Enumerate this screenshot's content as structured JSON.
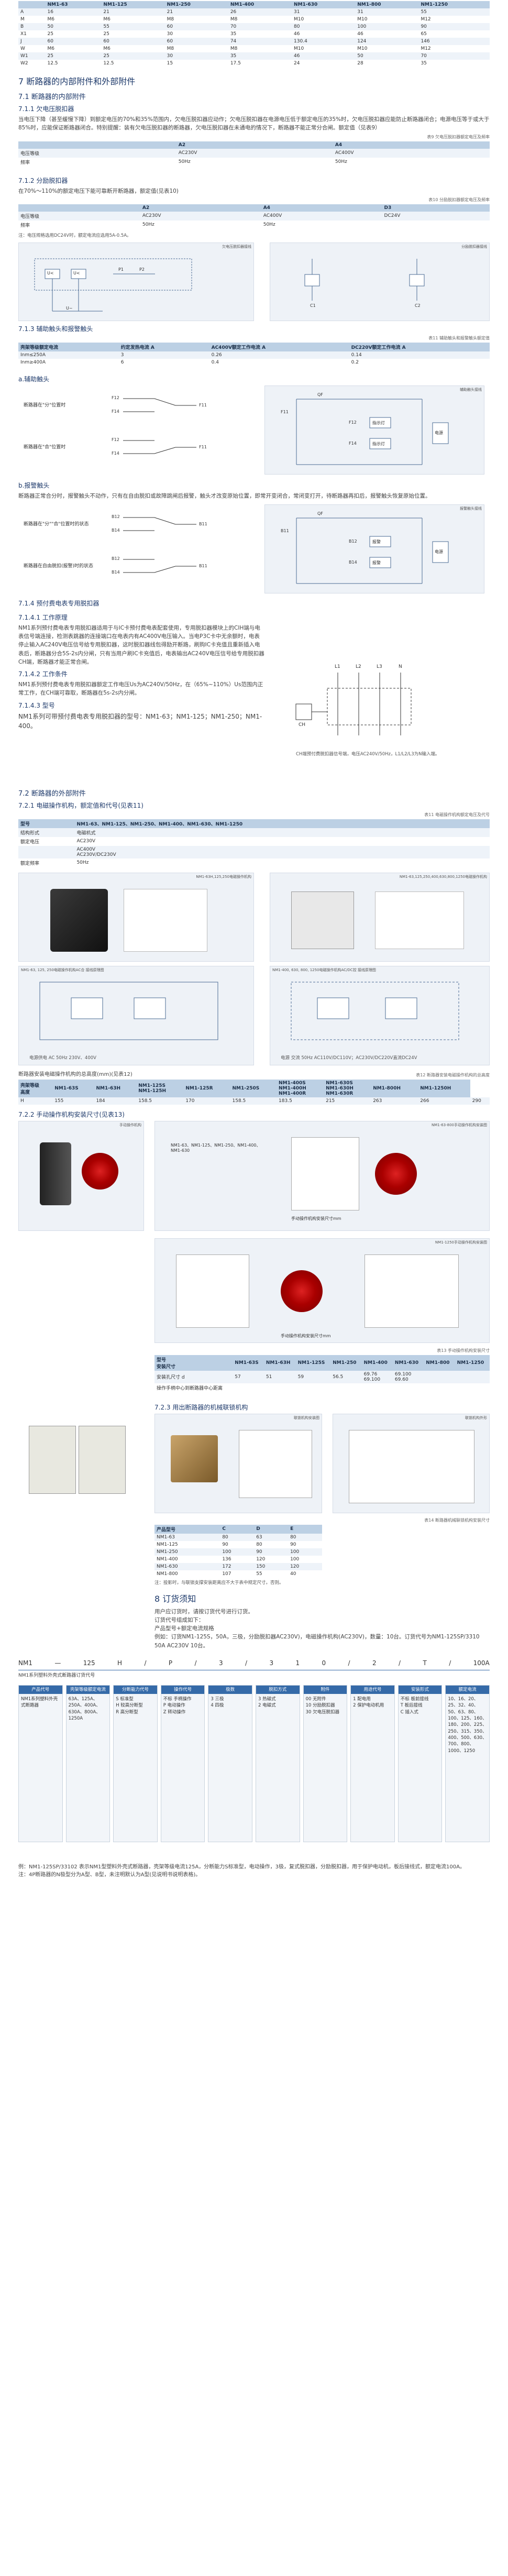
{
  "top_table": {
    "header": [
      "",
      "NM1-63",
      "NM1-125",
      "NM1-250",
      "NM1-400",
      "NM1-630",
      "NM1-800",
      "NM1-1250"
    ],
    "rows": [
      [
        "A",
        "16",
        "21",
        "21",
        "26",
        "31",
        "31",
        "55"
      ],
      [
        "M",
        "M6",
        "M6",
        "M8",
        "M8",
        "M10",
        "M10",
        "M12"
      ],
      [
        "B",
        "50",
        "55",
        "60",
        "70",
        "80",
        "100",
        "90"
      ],
      [
        "X1",
        "25",
        "25",
        "30",
        "35",
        "46",
        "46",
        "65"
      ],
      [
        "J",
        "60",
        "60",
        "60",
        "74",
        "130.4",
        "124",
        "146"
      ],
      [
        "W",
        "M6",
        "M6",
        "M8",
        "M8",
        "M10",
        "M10",
        "M12"
      ],
      [
        "W1",
        "25",
        "25",
        "30",
        "35",
        "46",
        "50",
        "70"
      ],
      [
        "W2",
        "12.5",
        "12.5",
        "15",
        "17.5",
        "24",
        "28",
        "35"
      ]
    ]
  },
  "section7_title": "7 断路器的内部附件和外部附件",
  "s71_title": "7.1 断路器的内部附件",
  "s711_title": "7.1.1 欠电压脱扣器",
  "s711_text": "当电压下降（甚至缓慢下降）到额定电压的70%和35%范围内，欠电压脱扣器应动作；欠电压脱扣器在电源电压低于额定电压的35%时，欠电压脱扣器应能防止断路器闭合；电源电压等于或大于85%时，应能保证断路器闭合。特别提醒：装有欠电压脱扣器的断路器，欠电压脱扣器在未通电的情况下，断路器不能正常分合闸。额定值（见表9）",
  "t9_caption": "表9 欠电压脱扣器额定电压及频率",
  "t9": {
    "header": [
      "",
      "A2",
      "A4"
    ],
    "rows": [
      [
        "电压等级",
        "AC230V",
        "AC400V"
      ],
      [
        "频率",
        "50Hz",
        "50Hz"
      ]
    ]
  },
  "s712_title": "7.1.2 分励脱扣器",
  "s712_text": "在70%～110%的额定电压下能可靠断开断路器，额定值(见表10)",
  "t10_caption": "表10 分励脱扣器额定电压及频率",
  "t10": {
    "header": [
      "",
      "A2",
      "A4",
      "D3"
    ],
    "rows": [
      [
        "电压等级",
        "AC230V",
        "AC400V",
        "DC24V"
      ],
      [
        "频率",
        "50Hz",
        "50Hz",
        ""
      ]
    ]
  },
  "t10_note": "注：电压规格选用DC24V时，额定电流应选用5A-0.5A。",
  "diag1": {
    "title": "欠电压脱扣器接线",
    "labels": [
      "U<",
      "U<",
      "P1",
      "P2",
      "U~"
    ]
  },
  "diag2": {
    "title": "分励脱扣器接线",
    "labels": [
      "C1",
      "C2"
    ]
  },
  "s713_title": "7.1.3 辅助触头和报警触头",
  "t11_caption": "表11 辅助触头和报警触头额定值",
  "t11": {
    "header": [
      "壳架等级额定电流",
      "约定发热电流 A",
      "AC400V额定工作电流 A",
      "DC220V额定工作电流 A"
    ],
    "rows": [
      [
        "Inm≤250A",
        "3",
        "0.26",
        "0.14"
      ],
      [
        "Inm≥400A",
        "6",
        "0.4",
        "0.2"
      ]
    ]
  },
  "aux_title": "a.辅助触头",
  "aux_off": "断路器在\"分\"位置时",
  "aux_on": "断路器在\"合\"位置时",
  "aux_labels": {
    "f12": "F12",
    "f14": "F14",
    "f11": "F11",
    "f12b": "F12",
    "f14b": "F14",
    "f11b": "F11"
  },
  "diag3_title": "辅助触头接线",
  "diag3_labels": [
    "F11",
    "QF",
    "F12",
    "F14",
    "电源",
    "指示灯",
    "指示灯"
  ],
  "alarm_title": "b.报警触头",
  "alarm_text": "断路器正常合分时，报警触头不动作，只有在自由脱扣或故障跳闸后报警，触头才改变原始位置，即常开变闭合，常闭变打开，待断路器再扣后，报警触头恢复原始位置。",
  "alarm_off": "断路器在\"分\"\"合\"位置时的状态",
  "alarm_trip": "断路器在自由脱扣(报警)时的状态",
  "alarm_labels": {
    "b12": "B12",
    "b14": "B14",
    "b11": "B11",
    "b12b": "B12",
    "b14b": "B14",
    "b11b": "B11"
  },
  "diag4_title": "报警触头接线",
  "diag4_labels": [
    "B11",
    "QF",
    "B12",
    "B14",
    "电源",
    "报警",
    "报警"
  ],
  "s714_title": "7.1.4 预付费电表专用脱扣器",
  "s7141_title": "7.1.4.1 工作原理",
  "s7141_text": "NM1系列预付费电表专用脱扣器适用于与IC卡预付费电表配套使用，专用脱扣器模块上的CIH端与电表信号端连接，检测表跳器的连接端口在电表内有AC400V电压输入。当电P3C卡中无余额时，电表停止输入AC240V电压信号给专用脱扣器，这时脱扣器线包得励开断路，刷购IC卡充值且重新插入电表后，断路器分合5S-2s内分闸，只有当用户刷IC卡充值后，电表输出AC240V电压信号给专用脱扣器CH端，断路器才能正常合闸。",
  "s7142_title": "7.1.4.2 工作条件",
  "s7142_text": "NM1系列预付费电表专用脱扣器额定工作电压Us为AC240V/50Hz，在（65%~110%）Us范围内正常工作，在CH端可靠取，断路器在5s-2s内分闸。",
  "s7143_title": "7.1.4.3 型号",
  "s7143_text": "NM1系列可带预付费电表专用脱扣器的型号：NM1-63；NM1-125；NM1-250；NM1-400。",
  "diag5_labels": [
    "L1",
    "L2",
    "L3",
    "N",
    "CH"
  ],
  "diag5_note": "CH端预付费脱扣器信号端，电压AC240V/50Hz，L1/L2/L3为N输入端。",
  "s72_title": "7.2 断路器的外部附件",
  "s721_title": "7.2.1 电磁操作机构，额定值和代号(见表11)",
  "t12_caption": "表11 电磁操作机构额定电压及代号",
  "t12": {
    "header": [
      "型号",
      "NM1-63、NM1-125、NM1-250、NM1-400、NM1-630、NM1-1250"
    ],
    "rows": [
      [
        "结构形式",
        "电磁机式"
      ],
      [
        "额定电压",
        "AC230V"
      ],
      [
        "",
        "AC400V\nAC230V/DC230V"
      ],
      [
        "额定频率",
        "50Hz"
      ]
    ]
  },
  "photo1_title": "NM1-63H,125,250电磁操作机构",
  "photo2_title": "NM1-63,125,250,400,630,800,1250电磁操作机构",
  "diag6_title": "NM1-63, 125, 250电磁操作机构AC合 接线原理图",
  "diag7_title": "NM1-400, 630, 800, 1250电磁操作机构AC/DC控 接线原理图",
  "diag6_note": "电源供电 AC 50Hz 230V、400V",
  "diag7_note": "电源 交流 50Hz AC110V/DC110V；AC230V/DC220V直流DC24V",
  "t13_caption_left": "断路器安装电磁操作机构的总高度(mm)(见表12)",
  "t13_caption_right": "表12 断路器安装电磁操作机构的总高度",
  "t13": {
    "header": [
      "壳架等级\n高度",
      "NM1-63S",
      "NM1-63H",
      "NM1-125S\nNM1-125H",
      "NM1-125R",
      "NM1-250S",
      "NM1-400S\nNM1-400H\nNM1-400R",
      "NM1-630S\nNM1-630H\nNM1-630R",
      "NM1-800H",
      "NM1-1250H"
    ],
    "rows": [
      [
        "H",
        "155",
        "184",
        "158.5",
        "170",
        "158.5",
        "183.5",
        "215",
        "263",
        "266",
        "290"
      ]
    ]
  },
  "s722_title": "7.2.2 手动操作机构安装尺寸(见表13)",
  "photo3_title": "手动操作机构",
  "diag8_title": "NM1-63-800手动操作机构安装图",
  "diag8_labels": [
    "NM1-63、NM1-125、NM1-250、NM1-400、NM1-630"
  ],
  "diag8_caption": "手动操作机构安装尺寸mm",
  "diag9_title": "NM1-1250手动操作机构安装图",
  "diag9_caption": "手动操作机构安装尺寸mm",
  "t14_caption": "表13 手动操作机构安装尺寸",
  "t14": {
    "header": [
      "型号\n安装尺寸",
      "NM1-63S",
      "NM1-63H",
      "NM1-125S",
      "NM1-250",
      "NM1-400",
      "NM1-630",
      "NM1-800",
      "NM1-1250"
    ],
    "rows": [
      [
        "安装孔尺寸 d",
        "57",
        "51",
        "59",
        "56.5",
        "69.76\n69.100",
        "69.100\n69.60",
        "",
        ""
      ],
      [
        "操作手柄中心到断路器中心距离",
        "",
        "",
        "",
        "",
        "",
        "",
        "",
        ""
      ]
    ]
  },
  "s723_title": "7.2.3 用出断路器的机械联锁机构",
  "photo4_title": "联锁机构安装图",
  "diag10_title": "联锁机构外形",
  "t15_caption": "表14 断路器机械联锁机构安装尺寸",
  "t15": {
    "header": [
      "产品型号",
      "C",
      "D",
      "E"
    ],
    "rows": [
      [
        "NM1-63",
        "80",
        "63",
        "80"
      ],
      [
        "NM1-125",
        "90",
        "80",
        "90"
      ],
      [
        "NM1-250",
        "100",
        "90",
        "100"
      ],
      [
        "NM1-400",
        "136",
        "120",
        "100"
      ],
      [
        "NM1-630",
        "172",
        "150",
        "120"
      ],
      [
        "NM1-800",
        "107",
        "55",
        "40"
      ]
    ]
  },
  "t15_note": "注：投影时，与联锁支撑安装距离应不大于表中规定尺寸。否则。",
  "s8_title": "8 订货须知",
  "s8_text1": "用户应订货时，请按订货代号进行订货。",
  "s8_text2": "订货代号组成如下：",
  "s8_text3": "产品型号+额定电流规格",
  "s8_text4": "例如：订货NM1-125S，50A，三极，分励脱扣器AC230V)，电磁操作机构(AC230V)，数量：10台。订货代号为NM1-125SP/3310 50A AC230V 10台。",
  "order_code": [
    "NM1",
    "—",
    "125",
    "H",
    "/",
    "P",
    "/",
    "3",
    "/",
    "3",
    "1",
    "0",
    "/",
    "2",
    "/",
    "T",
    "/",
    "100A"
  ],
  "order_caption": "NM1系列塑料外壳式断路器订货代号",
  "order_boxes": [
    {
      "hdr": "产品代号",
      "text": "NM1系列塑料外壳式断路器"
    },
    {
      "hdr": "壳架等级额定电流",
      "text": "63A、125A、250A、400A、630A、800A、1250A"
    },
    {
      "hdr": "分断能力代号",
      "text": "S 标准型\nH 较高分断型\nR 高分断型"
    },
    {
      "hdr": "操作代号",
      "text": "不标 手柄操作\nP 电动操作\nZ 转动操作"
    },
    {
      "hdr": "极数",
      "text": "3 三极\n4 四极"
    },
    {
      "hdr": "脱扣方式",
      "text": "3 热磁式\n2 电磁式"
    },
    {
      "hdr": "附件",
      "text": "00 无附件\n10 分励脱扣器\n30 欠电压脱扣器"
    },
    {
      "hdr": "用途代号",
      "text": "1 配电用\n2 保护电动机用"
    },
    {
      "hdr": "安装形式",
      "text": "不标 板前接线\nT 板后接线\nC 插入式"
    },
    {
      "hdr": "额定电流",
      "text": "10、16、20、25、32、40、50、63、80、100、125、160、180、200、225、250、315、350、400、500、630、700、800、1000、1250"
    }
  ],
  "footer1": "例：NM1-125SP/33102 表示NM1型塑料外壳式断路器，壳架等级电流125A，分断能力S标准型，电动操作，3极，复式脱扣器，分励脱扣器，用于保护电动机，板后接线式，额定电流100A。",
  "footer2": "注：4P断路器的N极型分为A型、B型，未注明默认为A型(见说明书说明表格)。"
}
